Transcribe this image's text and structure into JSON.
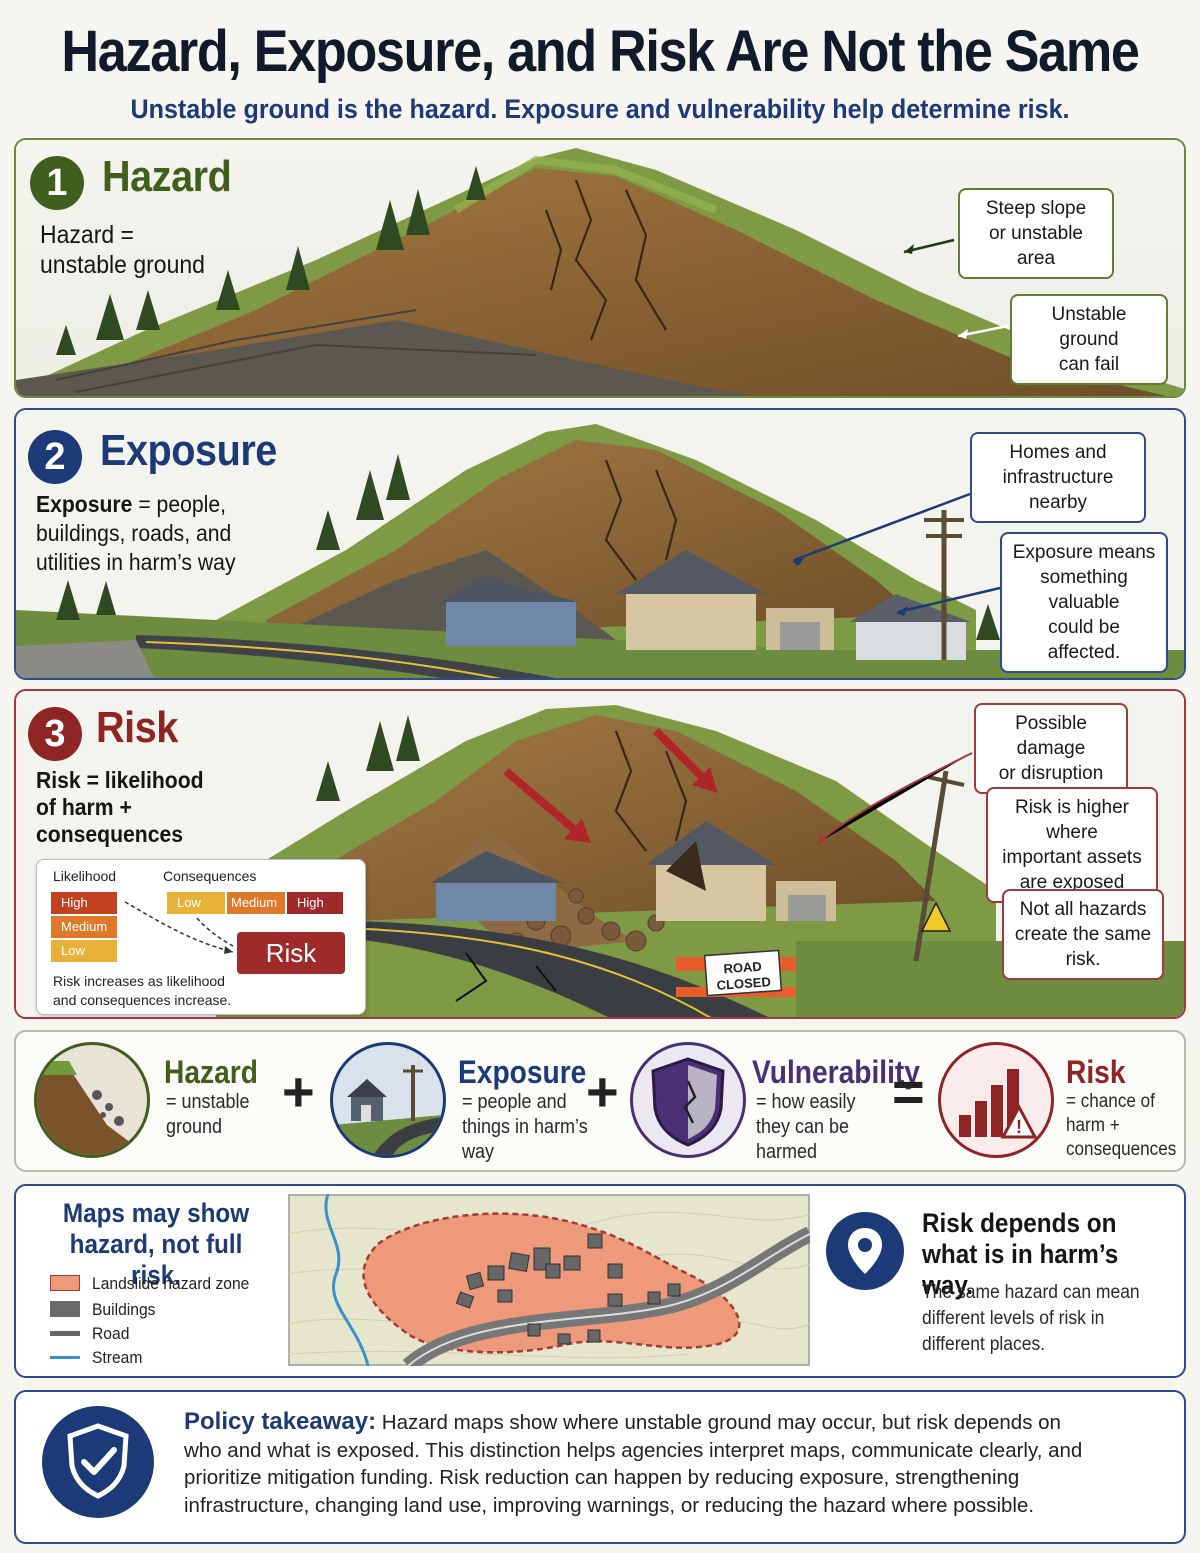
{
  "header": {
    "title": "Hazard, Exposure, and Risk Are Not the Same",
    "subtitle": "Unstable ground is the hazard. Exposure and vulnerability help determine risk."
  },
  "colors": {
    "hazard_green": "#3f5f1c",
    "exposure_blue": "#1d3a78",
    "vulnerability_purple": "#4b2f74",
    "risk_red": "#8e2424"
  },
  "panel1": {
    "number": "1",
    "title": "Hazard",
    "desc_line1": "Hazard =",
    "desc_line2": "unstable ground",
    "callout1_line1": "Steep slope",
    "callout1_line2": "or unstable area",
    "callout2_line1": "Unstable ground",
    "callout2_line2": "can fail"
  },
  "panel2": {
    "number": "2",
    "title": "Exposure",
    "desc_bold": "Exposure",
    "desc_rest1": " = people,",
    "desc_line2": "buildings, roads, and",
    "desc_line3": "utilities in harm’s way",
    "callout1_line1": "Homes and",
    "callout1_line2": "infrastructure nearby",
    "callout2_line1": "Exposure means",
    "callout2_line2": "something valuable",
    "callout2_line3": "could be affected."
  },
  "panel3": {
    "number": "3",
    "title": "Risk",
    "desc_line1": "Risk = likelihood",
    "desc_line2": "of harm +",
    "desc_line3": "consequences",
    "callout1_line1": "Possible damage",
    "callout1_line2": "or disruption",
    "callout2_line1": "Risk is higher where",
    "callout2_line2": "important assets",
    "callout2_line3": "are exposed",
    "callout3_line1": "Not all hazards",
    "callout3_line2": "create the same risk.",
    "sign_line1": "ROAD",
    "sign_line2": "CLOSED",
    "matrix": {
      "likelihood_label": "Likelihood",
      "consequences_label": "Consequences",
      "likelihood_levels": [
        "High",
        "Medium",
        "Low"
      ],
      "consequence_levels": [
        "Low",
        "Medium",
        "High"
      ],
      "result": "Risk",
      "note_line1": "Risk increases as likelihood",
      "note_line2": "and consequences increase."
    }
  },
  "equation": {
    "hazard_title": "Hazard",
    "hazard_d1": "= unstable",
    "hazard_d2": "ground",
    "exposure_title": "Exposure",
    "exposure_d1": "= people and",
    "exposure_d2": "things in harm’s",
    "exposure_d3": "way",
    "vulnerability_title": "Vulnerability",
    "vulnerability_d1": "= how easily",
    "vulnerability_d2": "they can be",
    "vulnerability_d3": "harmed",
    "risk_title": "Risk",
    "risk_d1": "= chance of",
    "risk_d2": "harm +",
    "risk_d3": "consequences",
    "plus": "+",
    "equals": "="
  },
  "maps": {
    "title_line1": "Maps may show",
    "title_line2": "hazard, not full risk.",
    "legend": [
      {
        "label": "Landslide hazard zone",
        "color": "#ee9a7a"
      },
      {
        "label": "Buildings",
        "color": "#6a6a6a"
      },
      {
        "label": "Road",
        "color": "#666666"
      },
      {
        "label": "Stream",
        "color": "#3a8fcf"
      }
    ],
    "depends_line1": "Risk depends on",
    "depends_line2": "what is in harm’s way.",
    "depends_d1": "The same hazard can mean",
    "depends_d2": "different levels of risk in",
    "depends_d3": "different places."
  },
  "policy": {
    "label": "Policy takeaway:",
    "text": " Hazard maps show where unstable ground may occur, but risk depends on who and what is exposed.  This distinction helps agencies interpret maps, communicate clearly, and prioritize mitigation funding.  Risk reduction can happen by reducing exposure, strengthening infrastructure, changing land use, improving warnings, or reducing the hazard where possible."
  }
}
